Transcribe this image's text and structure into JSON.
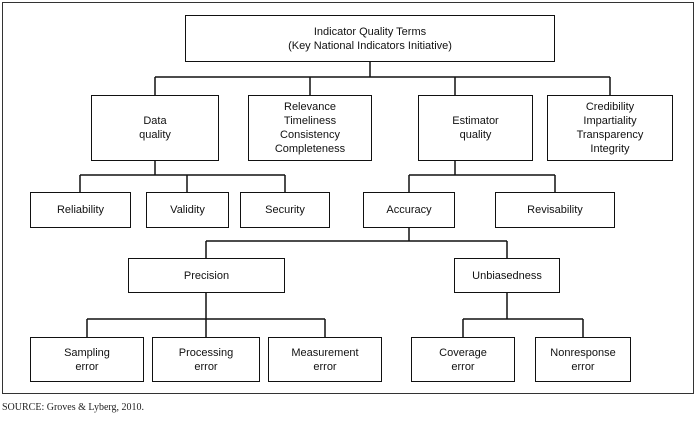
{
  "diagram": {
    "root": "Indicator Quality Terms\n(Key National Indicators Initiative)",
    "level1": {
      "data_quality": "Data\nquality",
      "relevance": "Relevance\nTimeliness\nConsistency\nCompleteness",
      "estimator_quality": "Estimator\nquality",
      "credibility": "Credibility\nImpartiality\nTransparency\nIntegrity"
    },
    "level2": {
      "reliability": "Reliability",
      "validity": "Validity",
      "security": "Security",
      "accuracy": "Accuracy",
      "revisability": "Revisability"
    },
    "level3": {
      "precision": "Precision",
      "unbiasedness": "Unbiasedness"
    },
    "level4": {
      "sampling_error": "Sampling\nerror",
      "processing_error": "Processing\nerror",
      "measurement_error": "Measurement\nerror",
      "coverage_error": "Coverage\nerror",
      "nonresponse_error": "Nonresponse\nerror"
    }
  },
  "source": "SOURCE: Groves & Lyberg, 2010."
}
